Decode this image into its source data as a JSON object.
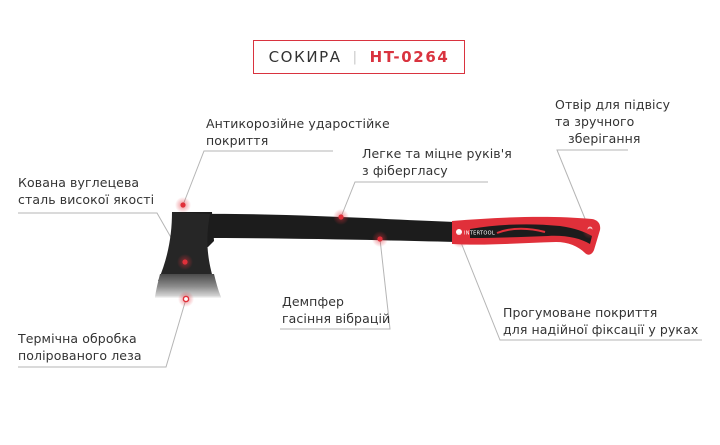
{
  "title": {
    "name": "СОКИРА",
    "separator": "|",
    "model": "HT-0264"
  },
  "callouts": {
    "coating": {
      "line1": "Антикорозійне ударостійке",
      "line2": "покриття"
    },
    "steel": {
      "line1": "Кована вуглецева",
      "line2": "сталь високої якості"
    },
    "handle": {
      "line1": "Легке та міцне руків'я",
      "line2": "з фібергласу"
    },
    "hole": {
      "line1": "Отвір для підвісу",
      "line2": "та зручного",
      "line3": "зберігання"
    },
    "damper": {
      "line1": "Демпфер",
      "line2": "гасіння вібрацій"
    },
    "grip": {
      "line1": "Прогумоване покриття",
      "line2": "для надійної фіксації у руках"
    },
    "blade": {
      "line1": "Термічна обробка",
      "line2": "полірованого леза"
    }
  },
  "brand": "INTERTOOL",
  "colors": {
    "accent": "#d9333f",
    "handle": "#1c1c1c",
    "grip_red": "#e0303a",
    "leader": "#b5b5b5"
  }
}
